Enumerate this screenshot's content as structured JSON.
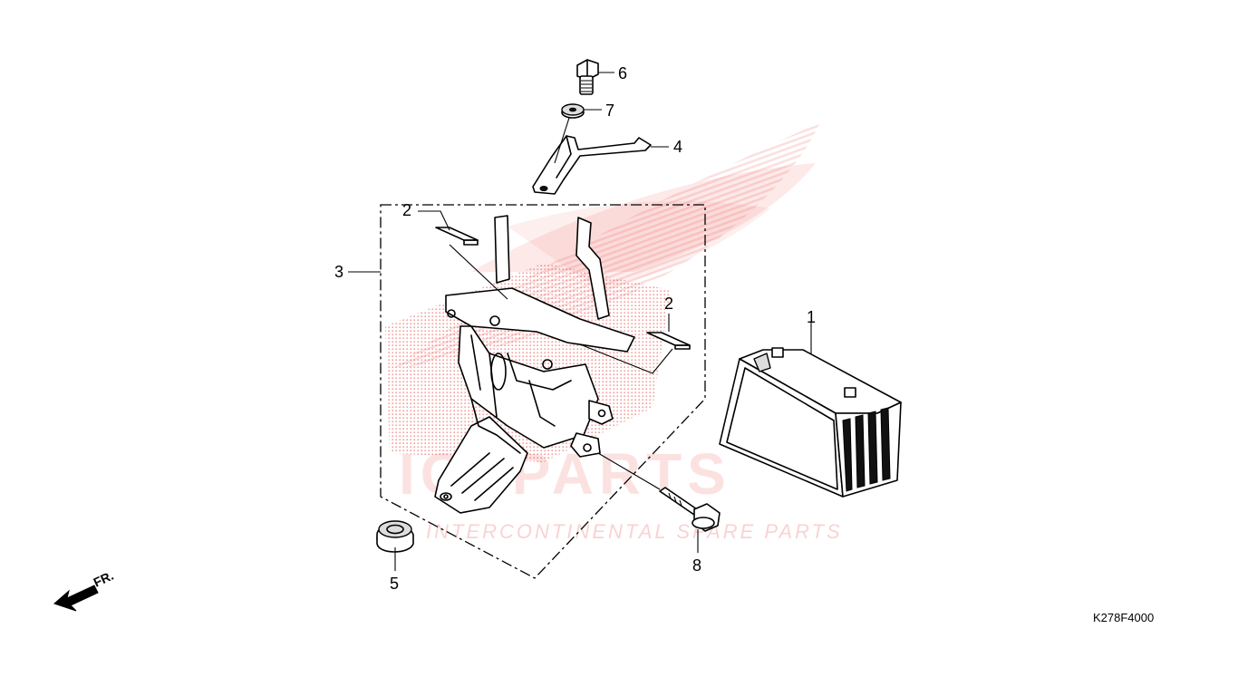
{
  "callouts": {
    "c1": "1",
    "c2a": "2",
    "c2b": "2",
    "c3": "3",
    "c4": "4",
    "c5": "5",
    "c6": "6",
    "c7": "7",
    "c8": "8"
  },
  "direction_label": "FR.",
  "diagram_code": "K278F4000",
  "watermark": {
    "brand": "ICSPARTS",
    "tagline": "INTERCONTINENTAL SPARE PARTS",
    "color": "#e53935"
  },
  "colors": {
    "line": "#000000",
    "background": "#ffffff",
    "watermark": "#e53935"
  }
}
